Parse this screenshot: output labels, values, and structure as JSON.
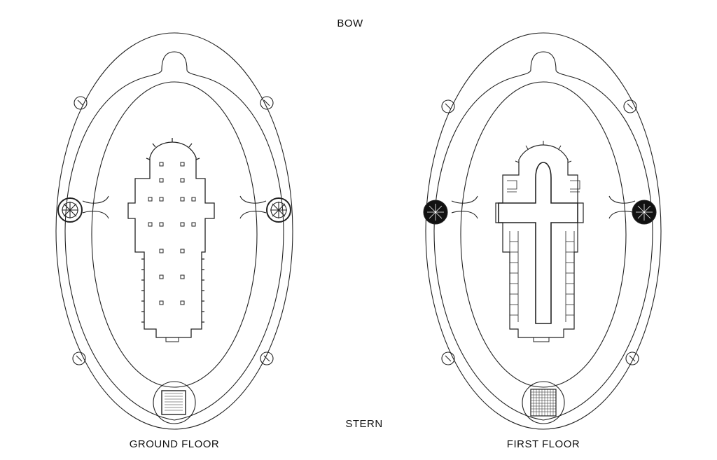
{
  "labels": {
    "bow": "BOW",
    "stern": "STERN",
    "ground_floor": "GROUND FLOOR",
    "first_floor": "FIRST FLOOR"
  },
  "plans": [
    {
      "id": "ground-floor",
      "wheel_style": "open",
      "interior": "nave-columns"
    },
    {
      "id": "first-floor",
      "wheel_style": "solid",
      "interior": "cross-corridor"
    }
  ],
  "colors": {
    "line": "#222222",
    "background": "#ffffff",
    "solid": "#111111"
  }
}
